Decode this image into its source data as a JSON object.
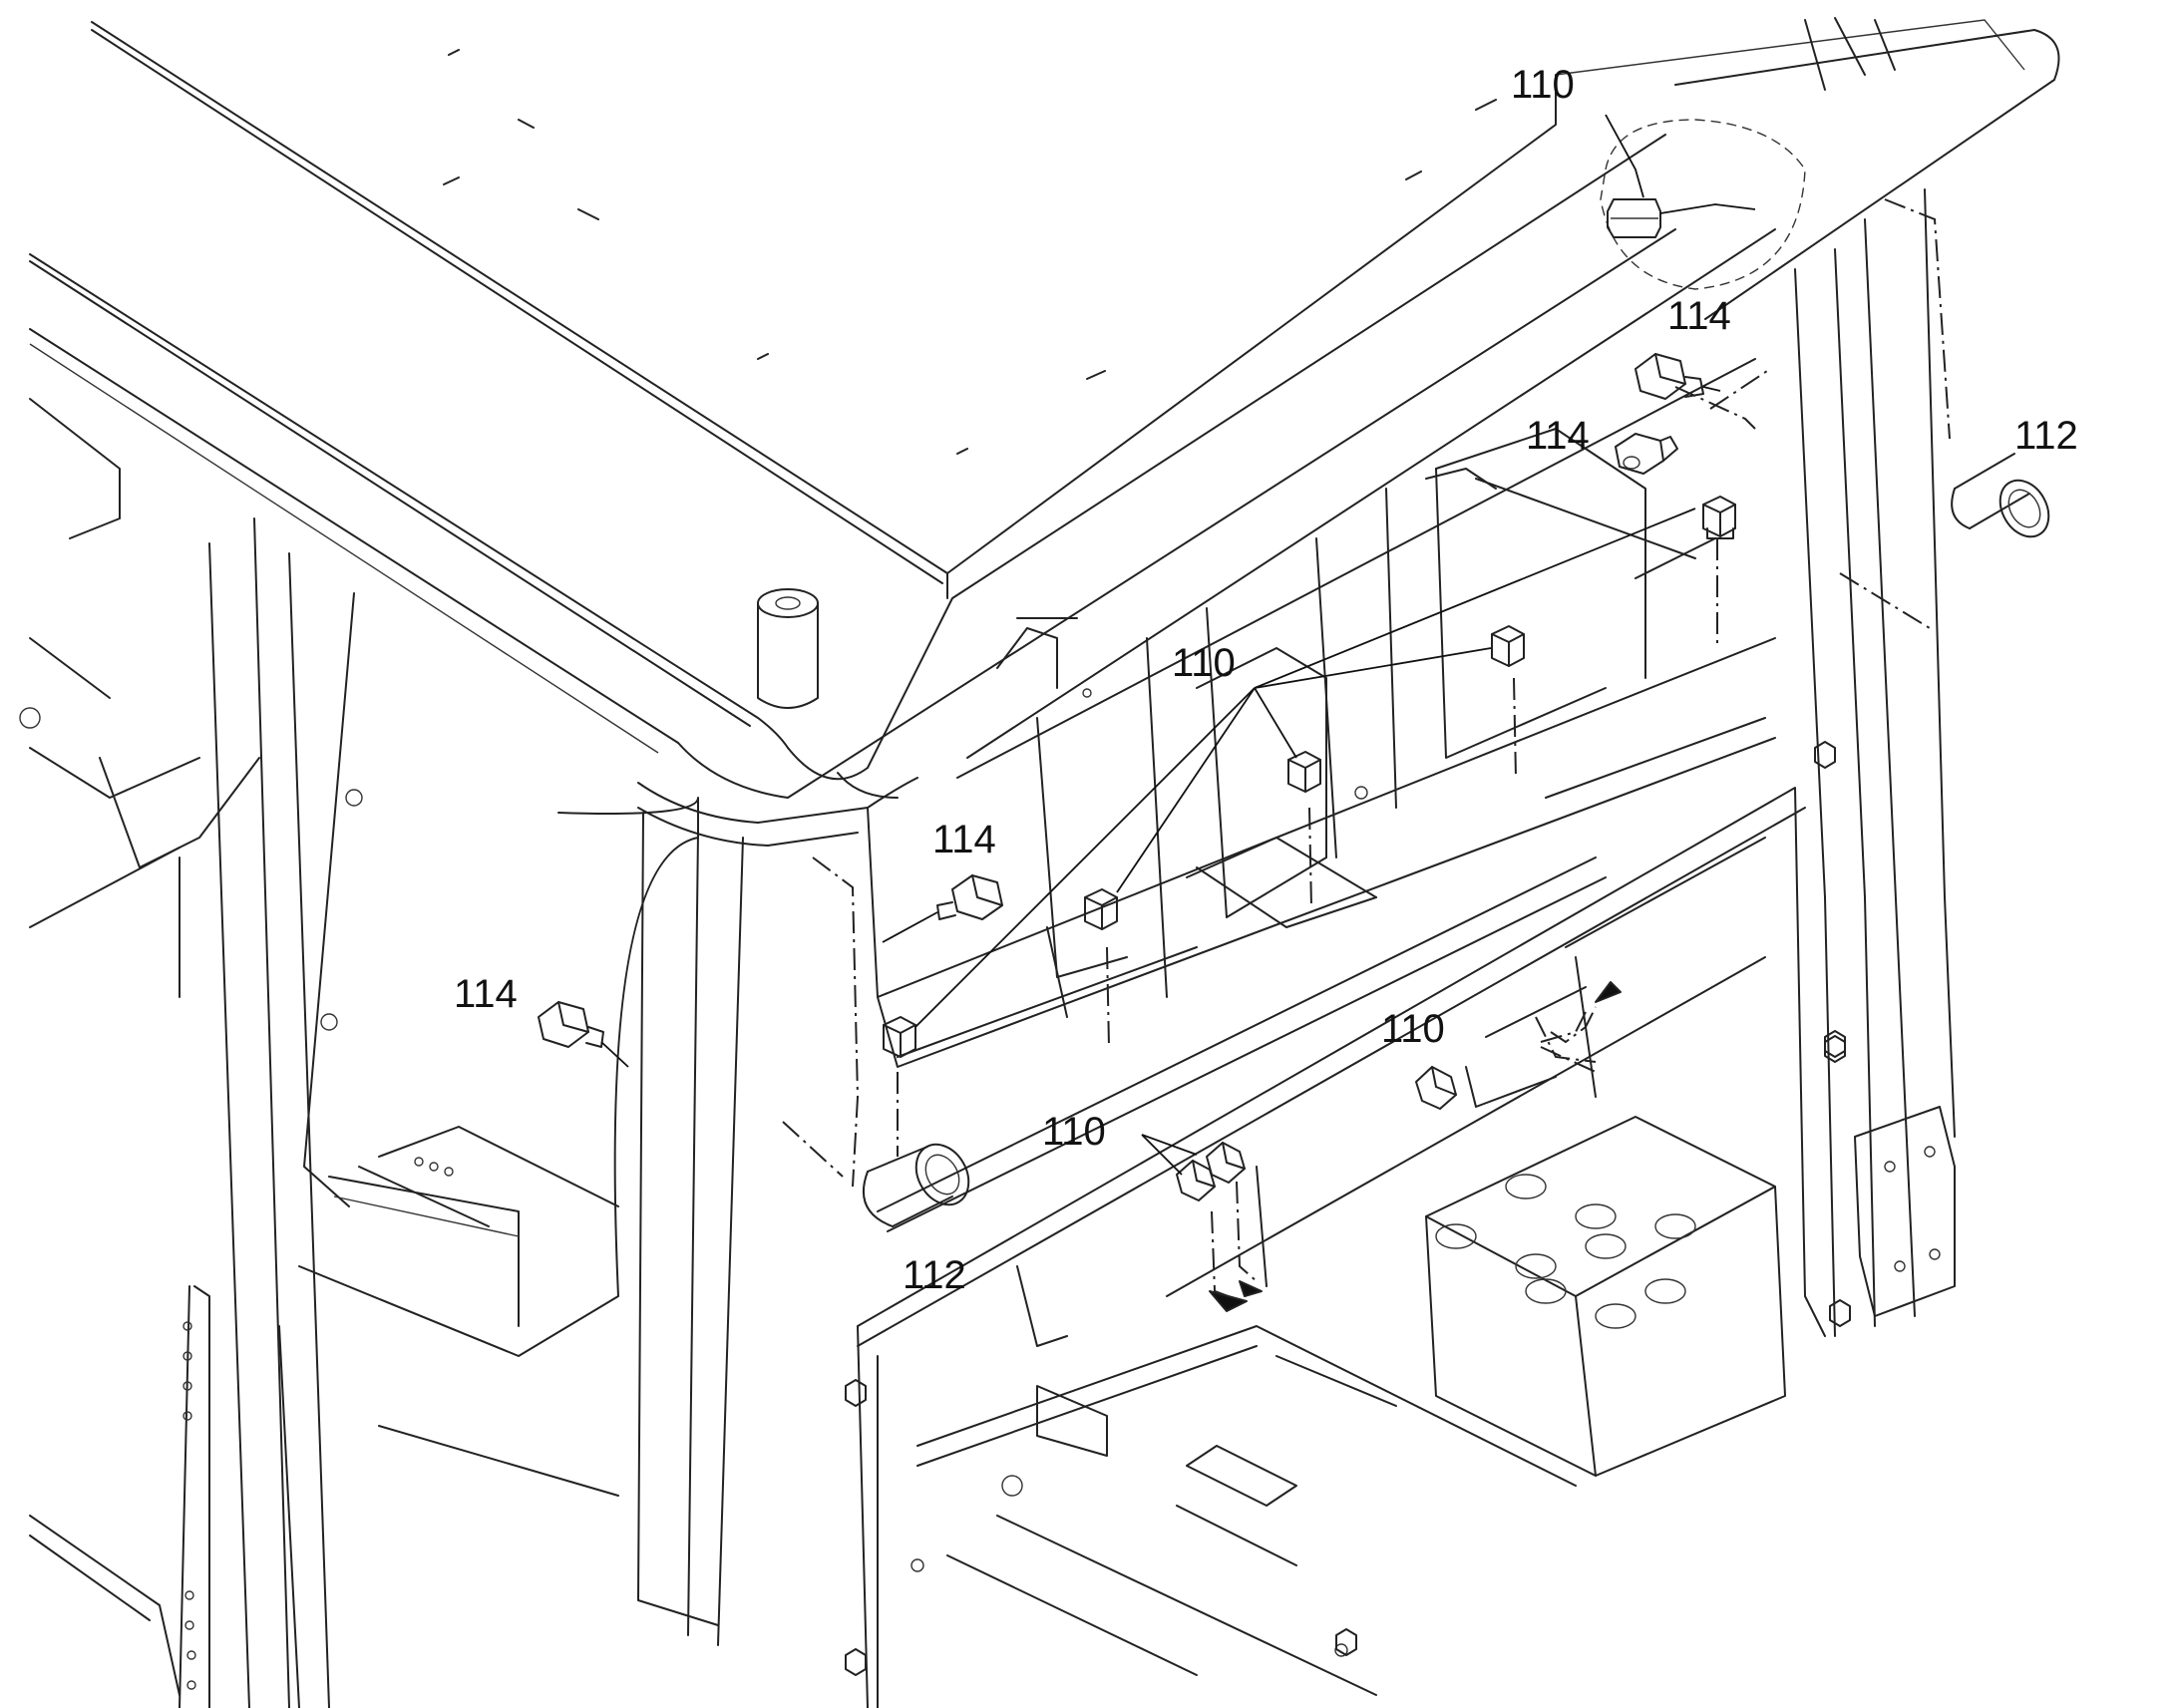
{
  "labels": {
    "nut_top": "110",
    "nut_center": "110",
    "nut_lower_right": "110",
    "nut_lower_pair": "110",
    "fitting_upper_right": "114",
    "fitting_right_mid": "114",
    "fitting_center_left": "114",
    "fitting_far_left": "114",
    "cap_right": "112",
    "cap_left": "112"
  },
  "colors": {
    "line": "#222222",
    "background": "#ffffff"
  }
}
